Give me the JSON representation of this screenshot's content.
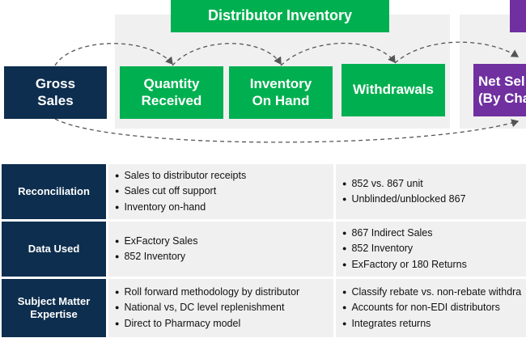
{
  "diagram": {
    "group_title": "Distributor Inventory",
    "gross_sales": "Gross\nSales",
    "quantity_received": "Quantity\nReceived",
    "inventory_on_hand": "Inventory\nOn Hand",
    "withdrawals": "Withdrawals",
    "net_sell": "Net Sel\n(By Cha",
    "colors": {
      "green": "#00b050",
      "navy": "#0d2e4e",
      "purple": "#7030a0",
      "panel": "#f0f0f0"
    }
  },
  "table": {
    "rows": [
      {
        "header": "Reconciliation",
        "left": [
          "Sales to distributor receipts",
          "Sales cut off support",
          "Inventory on-hand"
        ],
        "right": [
          "852 vs. 867 unit",
          "Unblinded/unblocked 867"
        ]
      },
      {
        "header": "Data Used",
        "left": [
          "ExFactory Sales",
          "852 Inventory"
        ],
        "right": [
          "867 Indirect Sales",
          "852 Inventory",
          "ExFactory or 180 Returns"
        ]
      },
      {
        "header": "Subject Matter\nExpertise",
        "left": [
          "Roll forward methodology by distributor",
          "National vs, DC level replenishment",
          "Direct to Pharmacy model"
        ],
        "right": [
          "Classify rebate vs. non-rebate withdra",
          "Accounts for non-EDI distributors",
          "Integrates returns"
        ]
      }
    ]
  }
}
